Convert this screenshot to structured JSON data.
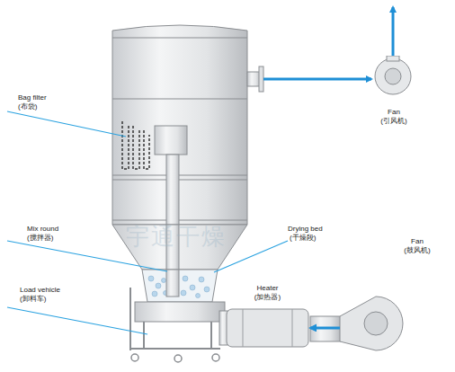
{
  "diagram": {
    "nodes": [
      {
        "text": [
          "Fan",
          "(引风机)"
        ]
      },
      {
        "text": [
          "Heater",
          "(加热器)"
        ]
      },
      {
        "text": [
          "Fan",
          "(鼓风机)"
        ]
      }
    ],
    "edges": [
      {
        "from": 2,
        "to": 1,
        "arrow": "to"
      }
    ],
    "labels": [
      "Bag filter",
      "(布袋)",
      "Mix round",
      "(搅拌器)",
      "Drying bed",
      "(干燥段)",
      "Load vehicle",
      "(卸料车)",
      "宇通干燥"
    ]
  }
}
